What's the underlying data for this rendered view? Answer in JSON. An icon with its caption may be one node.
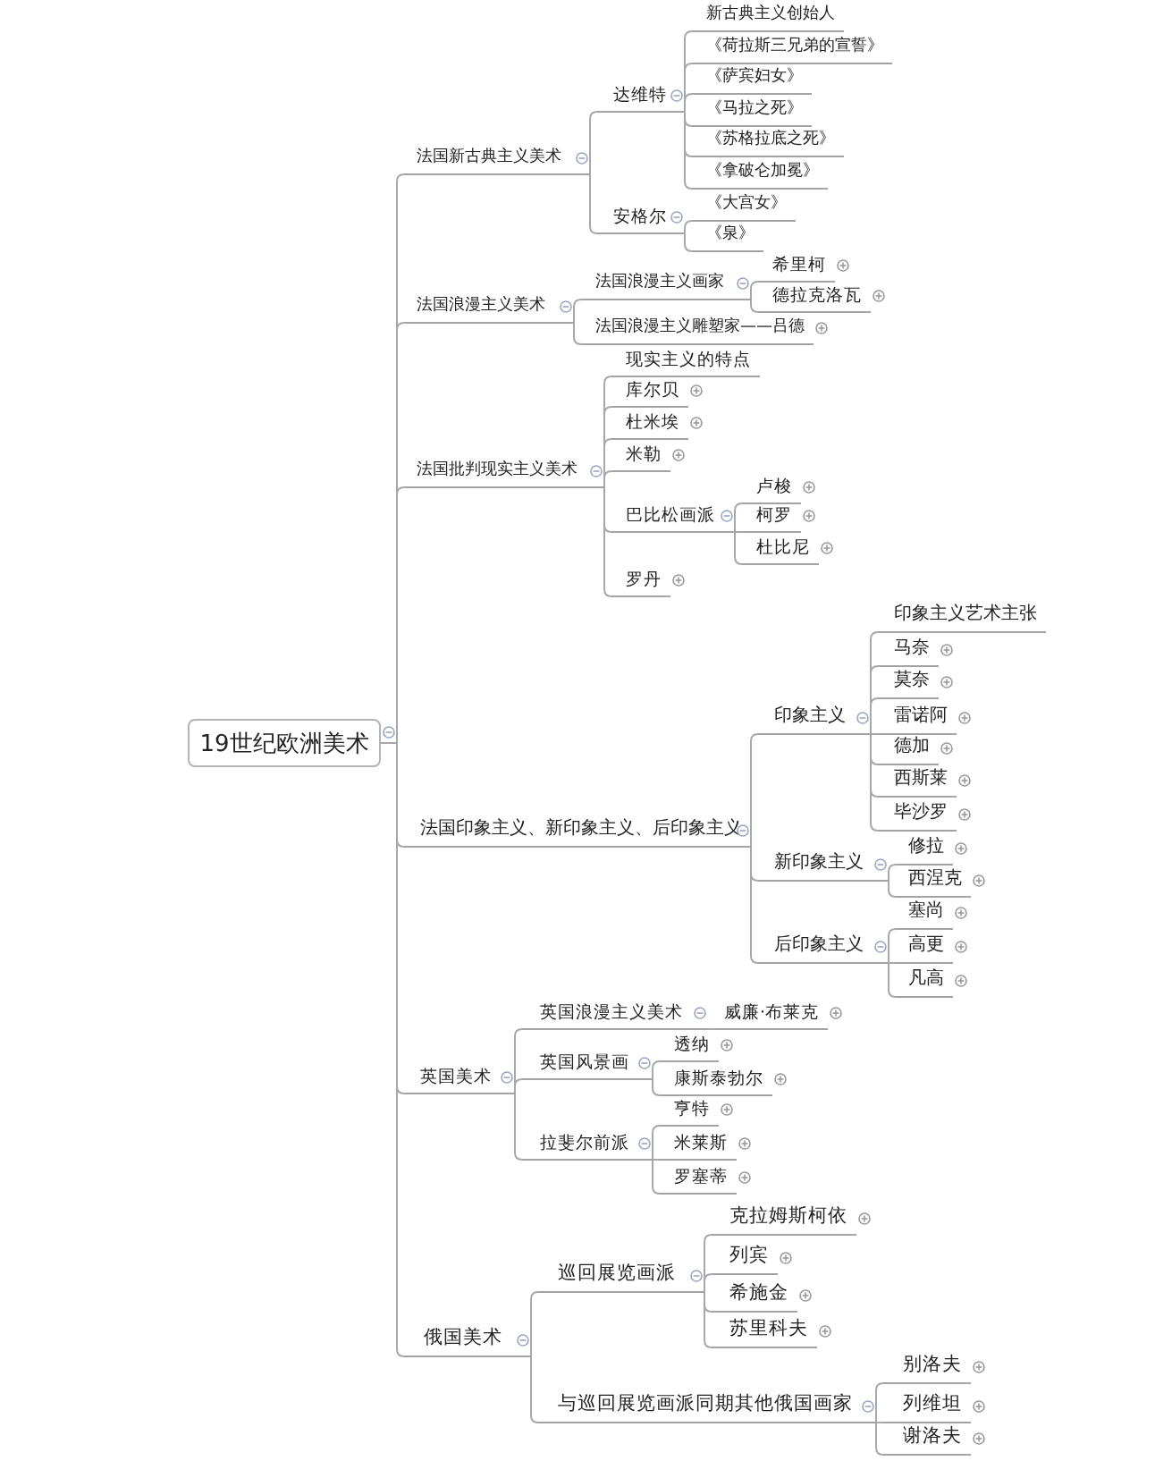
{
  "diagram": {
    "nodes": [
      {
        "text": [
          "19世纪欧洲美术"
        ]
      },
      {
        "text": [
          "法国新古典主义美术"
        ]
      },
      {
        "text": [
          "达维特"
        ]
      },
      {
        "text": [
          "新古典主义创始人"
        ]
      },
      {
        "text": [
          "《荷拉斯三兄弟的宣誓》"
        ]
      },
      {
        "text": [
          "《萨宾妇女》"
        ]
      },
      {
        "text": [
          "《马拉之死》"
        ]
      },
      {
        "text": [
          "《苏格拉底之死》"
        ]
      },
      {
        "text": [
          "《拿破仑加冕》"
        ]
      },
      {
        "text": [
          "安格尔"
        ]
      },
      {
        "text": [
          "《大宫女》"
        ]
      },
      {
        "text": [
          "《泉》"
        ]
      },
      {
        "text": [
          "法国浪漫主义美术"
        ]
      },
      {
        "text": [
          "法国浪漫主义画家"
        ]
      },
      {
        "text": [
          "希里柯"
        ]
      },
      {
        "text": [
          "德拉克洛瓦"
        ]
      },
      {
        "text": [
          "法国浪漫主义雕塑家——吕德"
        ]
      },
      {
        "text": [
          "法国批判现实主义美术"
        ]
      },
      {
        "text": [
          "现实主义的特点"
        ]
      },
      {
        "text": [
          "库尔贝"
        ]
      },
      {
        "text": [
          "杜米埃"
        ]
      },
      {
        "text": [
          "米勒"
        ]
      },
      {
        "text": [
          "巴比松画派"
        ]
      },
      {
        "text": [
          "卢梭"
        ]
      },
      {
        "text": [
          "柯罗"
        ]
      },
      {
        "text": [
          "杜比尼"
        ]
      },
      {
        "text": [
          "罗丹"
        ]
      },
      {
        "text": [
          "法国印象主义、新印象主义、后印象主义"
        ]
      },
      {
        "text": [
          "印象主义"
        ]
      },
      {
        "text": [
          "印象主义艺术主张"
        ]
      },
      {
        "text": [
          "马奈"
        ]
      },
      {
        "text": [
          "莫奈"
        ]
      },
      {
        "text": [
          "雷诺阿"
        ]
      },
      {
        "text": [
          "德加"
        ]
      },
      {
        "text": [
          "西斯莱"
        ]
      },
      {
        "text": [
          "毕沙罗"
        ]
      },
      {
        "text": [
          "新印象主义"
        ]
      },
      {
        "text": [
          "修拉"
        ]
      },
      {
        "text": [
          "西涅克"
        ]
      },
      {
        "text": [
          "后印象主义"
        ]
      },
      {
        "text": [
          "塞尚"
        ]
      },
      {
        "text": [
          "高更"
        ]
      },
      {
        "text": [
          "凡高"
        ]
      },
      {
        "text": [
          "英国美术"
        ]
      },
      {
        "text": [
          "英国浪漫主义美术"
        ]
      },
      {
        "text": [
          "威廉·布莱克"
        ]
      },
      {
        "text": [
          "英国风景画"
        ]
      },
      {
        "text": [
          "透纳"
        ]
      },
      {
        "text": [
          "康斯泰勃尔"
        ]
      },
      {
        "text": [
          "拉斐尔前派"
        ]
      },
      {
        "text": [
          "亨特"
        ]
      },
      {
        "text": [
          "米莱斯"
        ]
      },
      {
        "text": [
          "罗塞蒂"
        ]
      },
      {
        "text": [
          "俄国美术"
        ]
      },
      {
        "text": [
          "巡回展览画派"
        ]
      },
      {
        "text": [
          "克拉姆斯柯依"
        ]
      },
      {
        "text": [
          "列宾"
        ]
      },
      {
        "text": [
          "希施金"
        ]
      },
      {
        "text": [
          "苏里科夫"
        ]
      },
      {
        "text": [
          "与巡回展览画派同期其他俄国画家"
        ]
      },
      {
        "text": [
          "别洛夫"
        ]
      },
      {
        "text": [
          "列维坦"
        ]
      },
      {
        "text": [
          "谢洛夫"
        ]
      }
    ],
    "edges": [
      {
        "from": 0,
        "to": 1,
        "arrow": "none"
      },
      {
        "from": 1,
        "to": 2,
        "arrow": "none"
      },
      {
        "from": 2,
        "to": 3,
        "arrow": "none"
      },
      {
        "from": 2,
        "to": 4,
        "arrow": "none"
      },
      {
        "from": 2,
        "to": 5,
        "arrow": "none"
      },
      {
        "from": 2,
        "to": 6,
        "arrow": "none"
      },
      {
        "from": 2,
        "to": 7,
        "arrow": "none"
      },
      {
        "from": 2,
        "to": 8,
        "arrow": "none"
      },
      {
        "from": 1,
        "to": 9,
        "arrow": "none"
      },
      {
        "from": 9,
        "to": 10,
        "arrow": "none"
      },
      {
        "from": 9,
        "to": 11,
        "arrow": "none"
      },
      {
        "from": 0,
        "to": 12,
        "arrow": "none"
      },
      {
        "from": 12,
        "to": 13,
        "arrow": "none"
      },
      {
        "from": 13,
        "to": 14,
        "arrow": "none"
      },
      {
        "from": 13,
        "to": 15,
        "arrow": "none"
      },
      {
        "from": 12,
        "to": 16,
        "arrow": "none"
      },
      {
        "from": 0,
        "to": 17,
        "arrow": "none"
      },
      {
        "from": 17,
        "to": 18,
        "arrow": "none"
      },
      {
        "from": 17,
        "to": 19,
        "arrow": "none"
      },
      {
        "from": 17,
        "to": 20,
        "arrow": "none"
      },
      {
        "from": 17,
        "to": 21,
        "arrow": "none"
      },
      {
        "from": 17,
        "to": 22,
        "arrow": "none"
      },
      {
        "from": 22,
        "to": 23,
        "arrow": "none"
      },
      {
        "from": 22,
        "to": 24,
        "arrow": "none"
      },
      {
        "from": 22,
        "to": 25,
        "arrow": "none"
      },
      {
        "from": 17,
        "to": 26,
        "arrow": "none"
      },
      {
        "from": 0,
        "to": 27,
        "arrow": "none"
      },
      {
        "from": 27,
        "to": 28,
        "arrow": "none"
      },
      {
        "from": 28,
        "to": 29,
        "arrow": "none"
      },
      {
        "from": 28,
        "to": 30,
        "arrow": "none"
      },
      {
        "from": 28,
        "to": 31,
        "arrow": "none"
      },
      {
        "from": 28,
        "to": 32,
        "arrow": "none"
      },
      {
        "from": 28,
        "to": 33,
        "arrow": "none"
      },
      {
        "from": 28,
        "to": 34,
        "arrow": "none"
      },
      {
        "from": 28,
        "to": 35,
        "arrow": "none"
      },
      {
        "from": 27,
        "to": 36,
        "arrow": "none"
      },
      {
        "from": 36,
        "to": 37,
        "arrow": "none"
      },
      {
        "from": 36,
        "to": 38,
        "arrow": "none"
      },
      {
        "from": 27,
        "to": 39,
        "arrow": "none"
      },
      {
        "from": 39,
        "to": 40,
        "arrow": "none"
      },
      {
        "from": 39,
        "to": 41,
        "arrow": "none"
      },
      {
        "from": 39,
        "to": 42,
        "arrow": "none"
      },
      {
        "from": 0,
        "to": 43,
        "arrow": "none"
      },
      {
        "from": 43,
        "to": 44,
        "arrow": "none"
      },
      {
        "from": 44,
        "to": 45,
        "arrow": "none"
      },
      {
        "from": 43,
        "to": 46,
        "arrow": "none"
      },
      {
        "from": 46,
        "to": 47,
        "arrow": "none"
      },
      {
        "from": 46,
        "to": 48,
        "arrow": "none"
      },
      {
        "from": 43,
        "to": 49,
        "arrow": "none"
      },
      {
        "from": 49,
        "to": 50,
        "arrow": "none"
      },
      {
        "from": 49,
        "to": 51,
        "arrow": "none"
      },
      {
        "from": 49,
        "to": 52,
        "arrow": "none"
      },
      {
        "from": 0,
        "to": 53,
        "arrow": "none"
      },
      {
        "from": 53,
        "to": 54,
        "arrow": "none"
      },
      {
        "from": 54,
        "to": 55,
        "arrow": "none"
      },
      {
        "from": 54,
        "to": 56,
        "arrow": "none"
      },
      {
        "from": 54,
        "to": 57,
        "arrow": "none"
      },
      {
        "from": 54,
        "to": 58,
        "arrow": "none"
      },
      {
        "from": 53,
        "to": 59,
        "arrow": "none"
      },
      {
        "from": 59,
        "to": 60,
        "arrow": "none"
      },
      {
        "from": 59,
        "to": 61,
        "arrow": "none"
      },
      {
        "from": 59,
        "to": 62,
        "arrow": "none"
      }
    ]
  }
}
